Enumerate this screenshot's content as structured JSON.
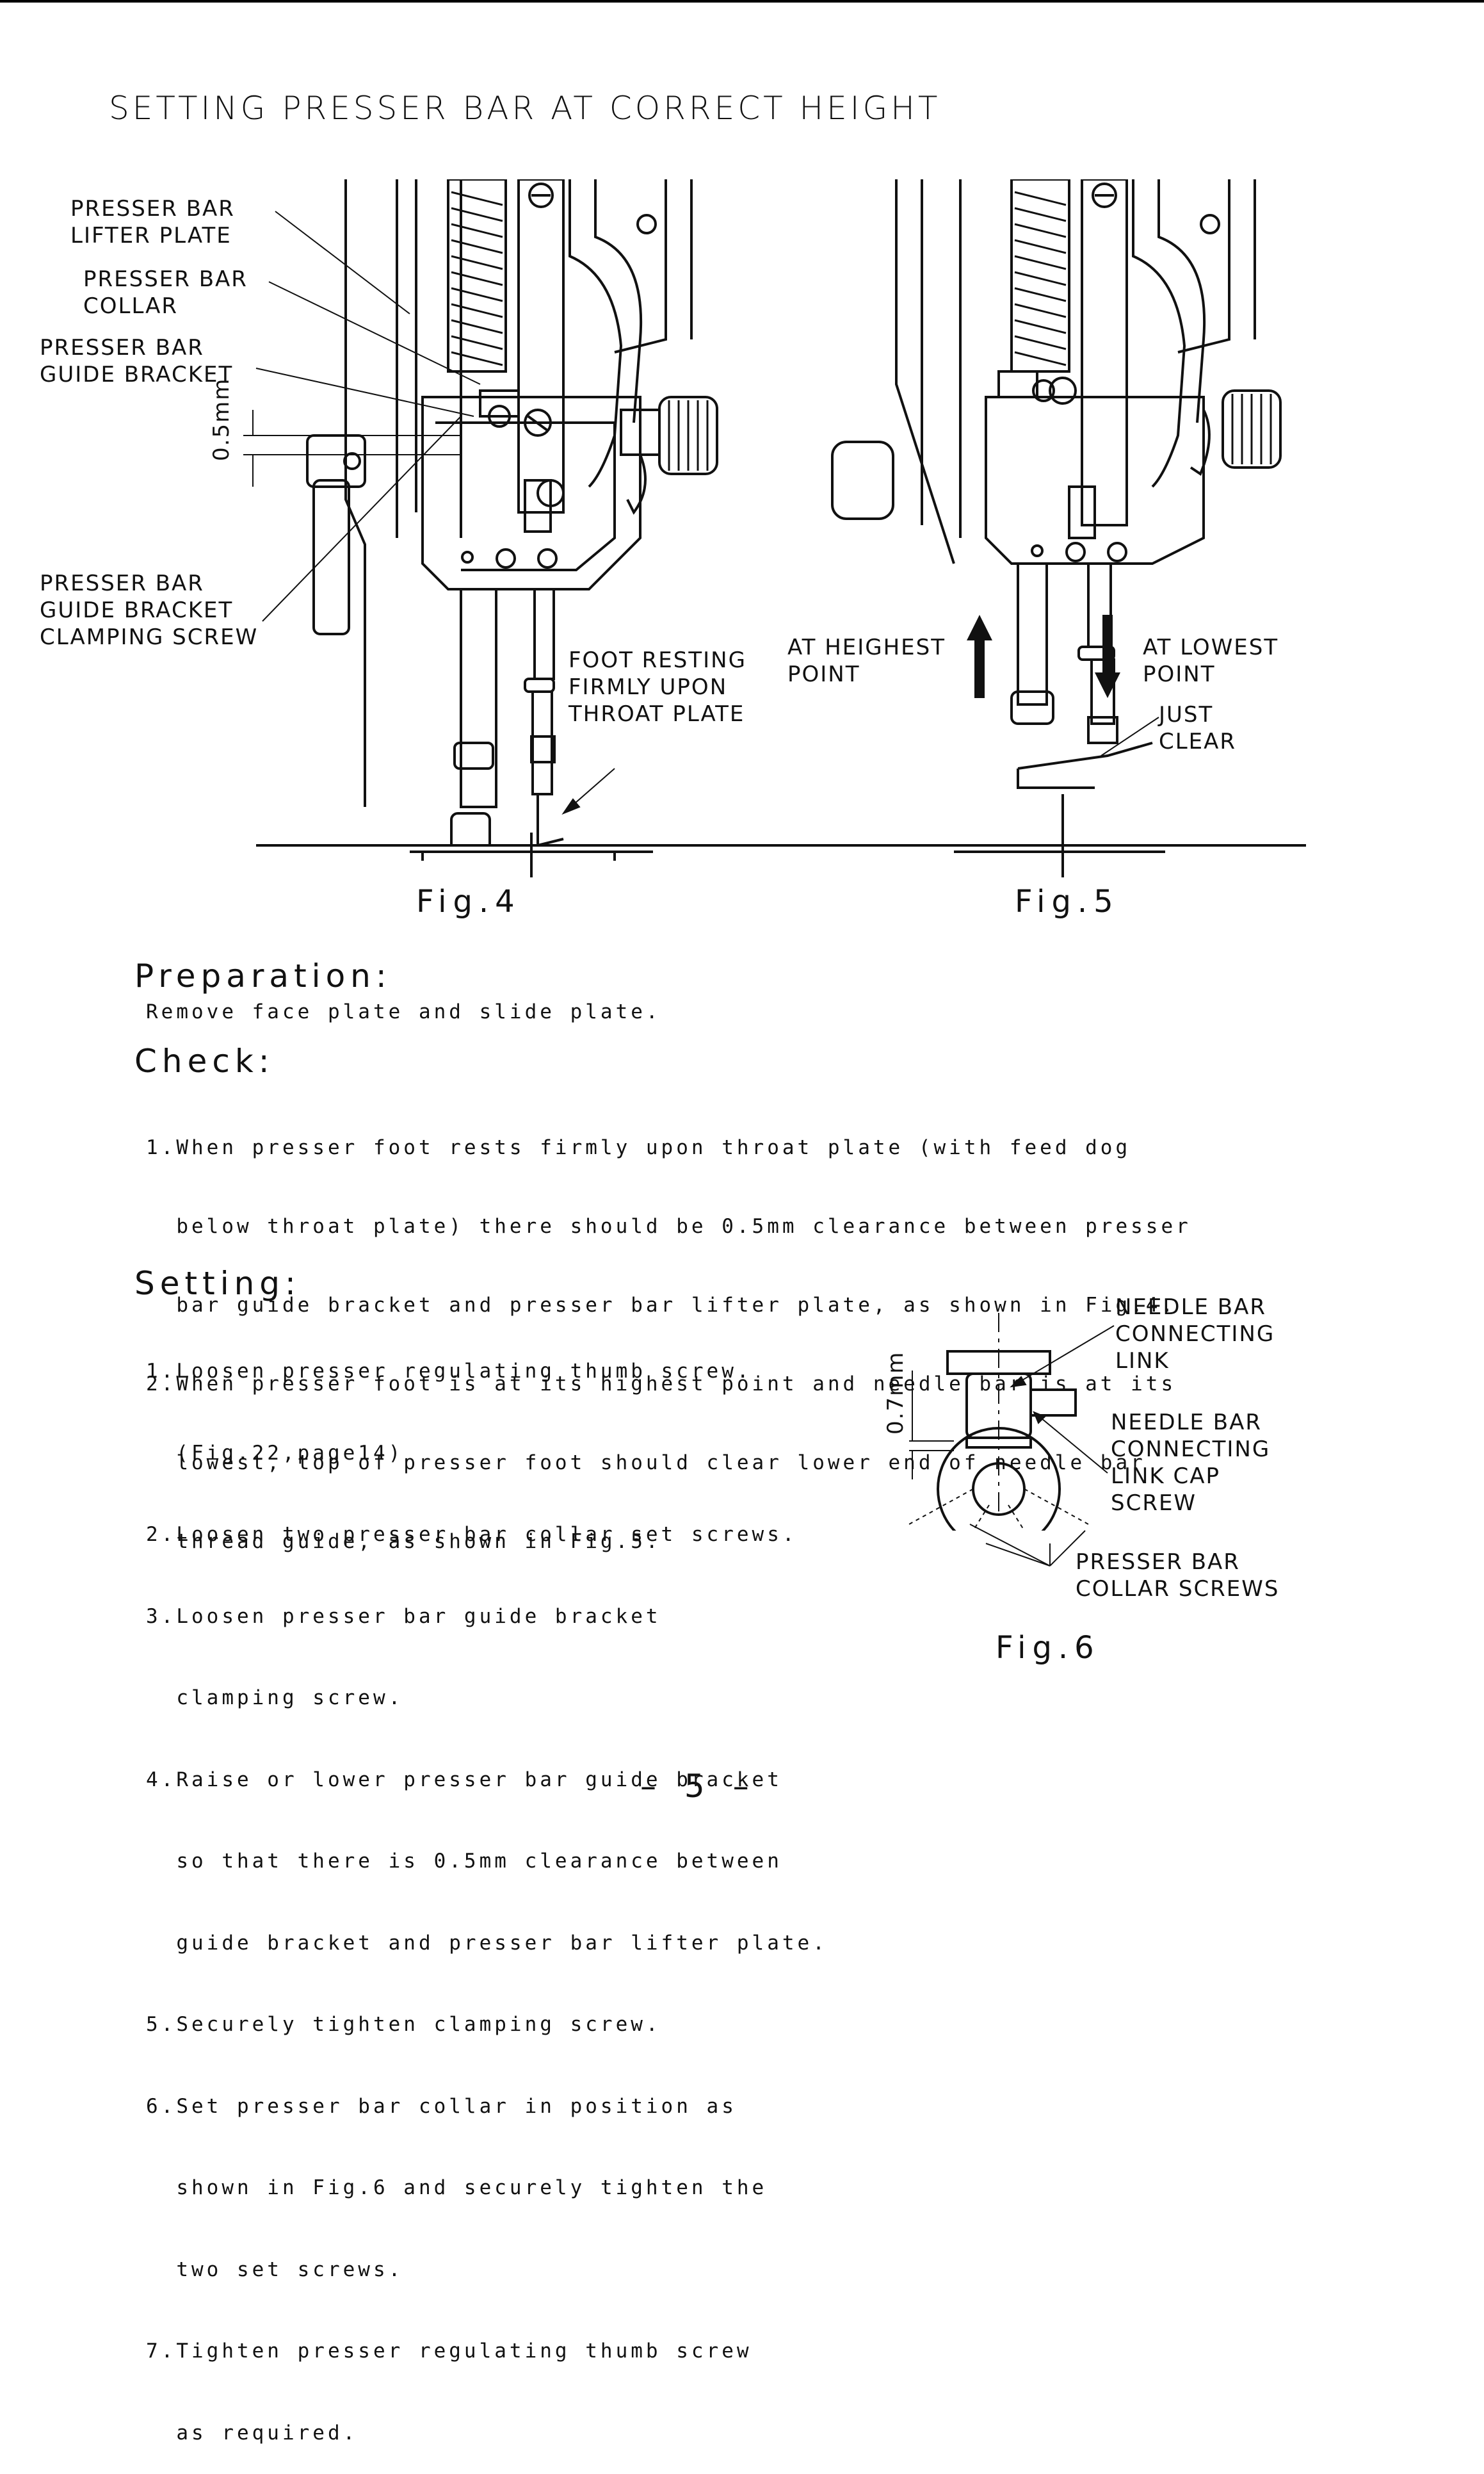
{
  "title": "SETTING PRESSER BAR AT CORRECT HEIGHT",
  "fig4": {
    "caption": "Fig.4",
    "labels": {
      "lifter_plate": [
        "PRESSER BAR",
        "LIFTER PLATE"
      ],
      "collar": [
        "PRESSER BAR",
        "COLLAR"
      ],
      "guide_bracket": [
        "PRESSER BAR",
        "GUIDE BRACKET"
      ],
      "clamping_screw": [
        "PRESSER BAR",
        "GUIDE BRACKET",
        "CLAMPING SCREW"
      ],
      "clearance": "0.5mm",
      "foot_resting": [
        "FOOT RESTING",
        "FIRMLY UPON",
        "THROAT PLATE"
      ]
    }
  },
  "fig5": {
    "caption": "Fig.5",
    "labels": {
      "highest": [
        "AT HEIGHEST",
        "POINT"
      ],
      "lowest": [
        "AT LOWEST",
        "POINT"
      ],
      "just_clear": [
        "JUST",
        "CLEAR"
      ]
    }
  },
  "preparation": {
    "heading": "Preparation:",
    "text": "Remove face plate and slide plate."
  },
  "check": {
    "heading": "Check:",
    "lines": [
      "1.When presser foot rests firmly upon throat plate (with feed dog",
      "  below throat plate) there should be 0.5mm clearance between presser",
      "  bar guide bracket and presser bar lifter plate, as shown in Fig.4.",
      "2.When presser foot is at its highest point and needle bar is at its",
      "  lowest, top of presser foot should clear lower end of needle bar",
      "  thread guide, as shown in Fig.5."
    ]
  },
  "setting": {
    "heading": "Setting:",
    "lines": [
      "1.Loosen presser regulating thumb screw.",
      "  (Fig.22,page14)",
      "2.Loosen two presser bar collar set screws.",
      "3.Loosen presser bar guide bracket",
      "  clamping screw.",
      "4.Raise or lower presser bar guide bracket",
      "  so that there is 0.5mm clearance between",
      "  guide bracket and presser bar lifter plate.",
      "5.Securely tighten clamping screw.",
      "6.Set presser bar collar in position as",
      "  shown in Fig.6 and securely tighten the",
      "  two set screws.",
      "7.Tighten presser regulating thumb screw",
      "  as required."
    ]
  },
  "fig6": {
    "caption": "Fig.6",
    "labels": {
      "link": [
        "NEEDLE BAR",
        "CONNECTING",
        "LINK"
      ],
      "cap_screw": [
        "NEEDLE BAR",
        "CONNECTING",
        "LINK CAP",
        "SCREW"
      ],
      "collar_screws": [
        "PRESSER BAR",
        "COLLAR SCREWS"
      ],
      "clearance": "0.7mm"
    }
  },
  "page_number": "– 5 –"
}
